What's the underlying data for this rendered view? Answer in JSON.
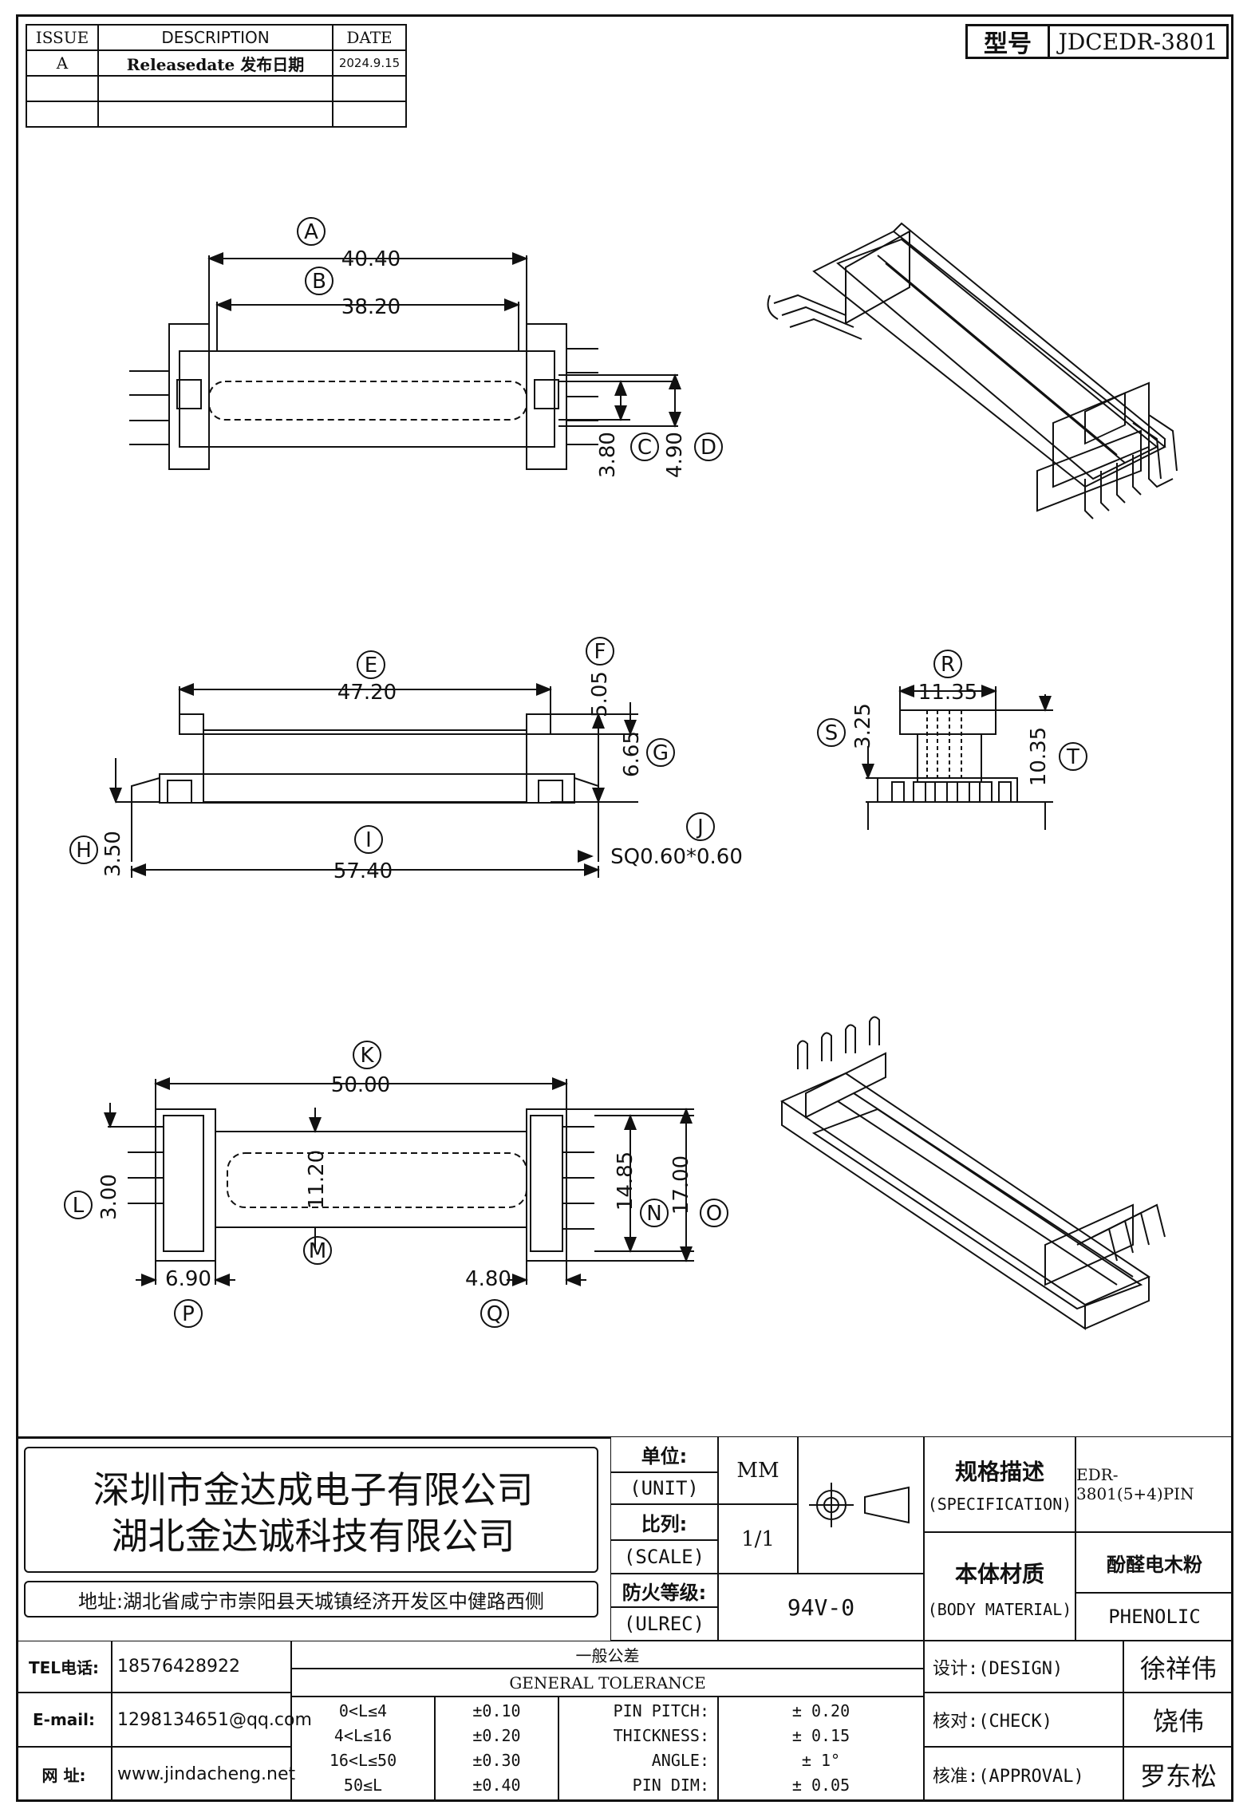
{
  "revision_table": {
    "headers": [
      "ISSUE",
      "DESCRIPTION",
      "DATE"
    ],
    "rows": [
      [
        "A",
        "Releasedate 发布日期",
        "2024.9.15"
      ],
      [
        "",
        "",
        ""
      ],
      [
        "",
        "",
        ""
      ]
    ]
  },
  "model": {
    "label": "型号",
    "value": "JDCEDR-3801"
  },
  "dims_view1": {
    "A": "A",
    "A_val": "40.40",
    "B": "B",
    "B_val": "38.20",
    "C": "C",
    "C_val": "3.80",
    "D": "D",
    "D_val": "4.90"
  },
  "dims_view2": {
    "E": "E",
    "E_val": "47.20",
    "F": "F",
    "F_val": "5.05",
    "G": "G",
    "G_val": "6.65",
    "H": "H",
    "H_val": "3.50",
    "I": "I",
    "I_val": "57.40",
    "J": "J",
    "J_val": "SQ0.60*0.60"
  },
  "dims_view3": {
    "R": "R",
    "R_val": "11.35",
    "S": "S",
    "S_val": "3.25",
    "T": "T",
    "T_val": "10.35"
  },
  "dims_view4": {
    "K": "K",
    "K_val": "50.00",
    "L": "L",
    "L_val": "3.00",
    "M": "M",
    "M_val": "11.20",
    "N": "N",
    "N_val": "14.85",
    "O": "O",
    "O_val": "17.00",
    "P": "P",
    "P_val": "6.90",
    "Q": "Q",
    "Q_val": "4.80"
  },
  "company": {
    "name1": "深圳市金达成电子有限公司",
    "name2": "湖北金达诚科技有限公司",
    "address": "地址:湖北省咸宁市崇阳县天城镇经济开发区中健路西侧"
  },
  "units": {
    "label_cn": "单位:",
    "label_en": "(UNIT)",
    "value": "MM"
  },
  "scale": {
    "label_cn": "比列:",
    "label_en": "(SCALE)",
    "value": "1/1"
  },
  "flame": {
    "label_cn": "防火等级:",
    "label_en": "(ULREC)",
    "value": "94V-0"
  },
  "spec": {
    "label_cn": "规格描述",
    "label_en": "(SPECIFICATION)",
    "value": "EDR-3801(5+4)PIN"
  },
  "material": {
    "label_cn": "本体材质",
    "label_en": "(BODY MATERIAL)",
    "value_cn": "酚醛电木粉",
    "value_en": "PHENOLIC"
  },
  "contact": {
    "tel_label": "TEL电话:",
    "tel": "18576428922",
    "email_label": "E-mail:",
    "email": "1298134651@qq.com",
    "web_label": "网  址:",
    "web": "www.jindacheng.net"
  },
  "tolerance": {
    "title_cn": "一般公差",
    "title_en": "GENERAL TOLERANCE",
    "ranges": [
      [
        "0<L≤4",
        "±0.10"
      ],
      [
        "4<L≤16",
        "±0.20"
      ],
      [
        "16<L≤50",
        "±0.30"
      ],
      [
        "50≤L",
        "±0.40"
      ]
    ],
    "pins": [
      [
        "PIN PITCH:",
        "± 0.20"
      ],
      [
        "THICKNESS:",
        "± 0.15"
      ],
      [
        "ANGLE:",
        "± 1°"
      ],
      [
        "PIN DIM:",
        "± 0.05"
      ]
    ]
  },
  "approvals": {
    "design_label": "设计:(DESIGN)",
    "design": "徐祥伟",
    "check_label": "核对:(CHECK)",
    "check": "饶伟",
    "approve_label": "核准:(APPROVAL)",
    "approve": "罗东松"
  }
}
